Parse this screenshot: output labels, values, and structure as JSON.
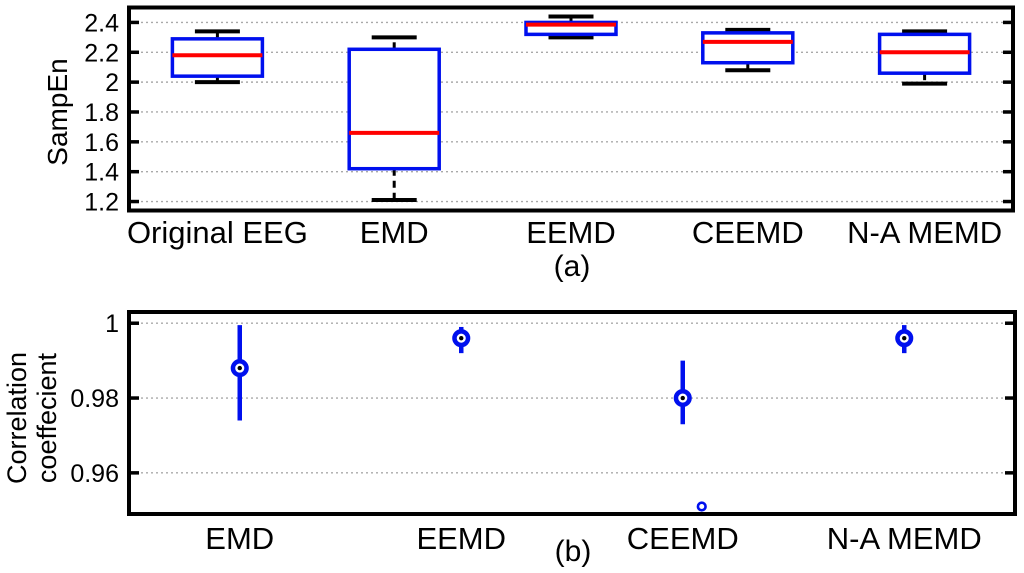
{
  "figure": {
    "background": "#ffffff",
    "colors": {
      "box_edge": "#0010ee",
      "median": "#ff0000",
      "whisker": "#000000",
      "grid": "#a9a9a9",
      "axis": "#000000",
      "marker": "#0010ee",
      "marker_dot": "#000000",
      "text": "#000000"
    }
  },
  "chart_data": [
    {
      "type": "boxplot",
      "panel_caption": "(a)",
      "ylabel": "SampEn",
      "ylim": [
        1.14,
        2.5
      ],
      "yticks": [
        2.4,
        2.2,
        2.0,
        1.8,
        1.6,
        1.4,
        1.2
      ],
      "ytick_labels": [
        "2.4",
        "2.2",
        "2",
        "1.8",
        "1.6",
        "1.4",
        "1.2"
      ],
      "grid": "dotted-horizontal",
      "legend": "none",
      "categories": [
        "Original EEG",
        "EMD",
        "EEMD",
        "CEEMD",
        "N-A MEMD"
      ],
      "boxes": [
        {
          "category": "Original EEG",
          "whisker_low": 2.0,
          "q1": 2.04,
          "median": 2.18,
          "q3": 2.29,
          "whisker_high": 2.34
        },
        {
          "category": "EMD",
          "whisker_low": 1.21,
          "q1": 1.42,
          "median": 1.66,
          "q3": 2.22,
          "whisker_high": 2.3
        },
        {
          "category": "EEMD",
          "whisker_low": 2.3,
          "q1": 2.32,
          "median": 2.385,
          "q3": 2.4,
          "whisker_high": 2.44
        },
        {
          "category": "CEEMD",
          "whisker_low": 2.08,
          "q1": 2.13,
          "median": 2.27,
          "q3": 2.33,
          "whisker_high": 2.35
        },
        {
          "category": "N-A MEMD",
          "whisker_low": 1.99,
          "q1": 2.06,
          "median": 2.2,
          "q3": 2.32,
          "whisker_high": 2.34
        }
      ]
    },
    {
      "type": "compact-boxplot",
      "panel_caption": "(b)",
      "ylabel_lines": [
        "Correlation",
        "coeffecient"
      ],
      "ylim": [
        0.949,
        1.003
      ],
      "yticks": [
        1,
        0.98,
        0.96
      ],
      "ytick_labels": [
        "1",
        "0.98",
        "0.96"
      ],
      "grid": "dotted-horizontal",
      "legend": "none",
      "categories": [
        "EMD",
        "EEMD",
        "CEEMD",
        "N-A MEMD"
      ],
      "points": [
        {
          "category": "EMD",
          "whisker_low": 0.974,
          "median": 0.988,
          "whisker_high": 0.9995,
          "outliers": []
        },
        {
          "category": "EEMD",
          "whisker_low": 0.992,
          "median": 0.996,
          "whisker_high": 0.999,
          "outliers": []
        },
        {
          "category": "CEEMD",
          "whisker_low": 0.973,
          "median": 0.98,
          "whisker_high": 0.99,
          "outliers": [
            0.951
          ]
        },
        {
          "category": "N-A MEMD",
          "whisker_low": 0.992,
          "median": 0.996,
          "whisker_high": 0.9995,
          "outliers": []
        }
      ]
    }
  ]
}
